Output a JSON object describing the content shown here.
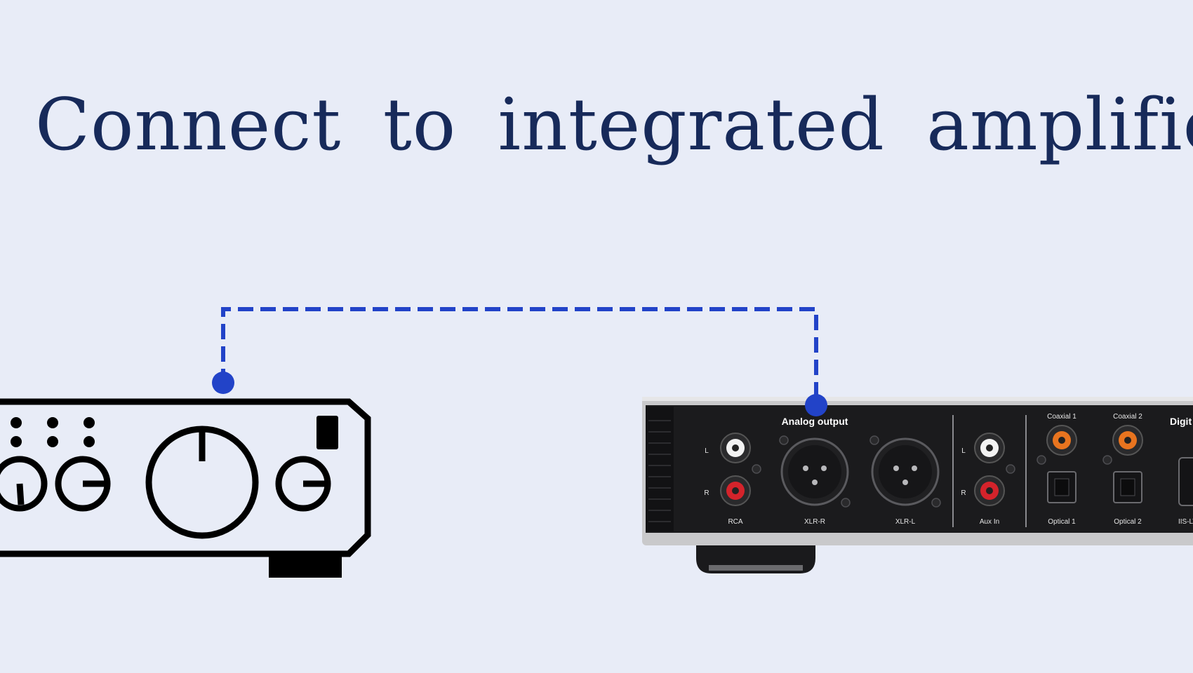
{
  "title": "Connect to integrated amplifiers",
  "colors": {
    "background": "#e8ecf7",
    "title": "#172a5a",
    "connector": "#2243c8",
    "device_panel": "#1b1b1d",
    "device_casing": "#c9c9cb"
  },
  "icons": {
    "amplifier": "integrated-amplifier-outline-icon"
  },
  "rear_panel": {
    "sections": {
      "analog_output": "Analog output",
      "digital": "Digit"
    },
    "channels": {
      "left": "L",
      "right": "R"
    },
    "ports": {
      "rca": "RCA",
      "xlr_r": "XLR-R",
      "xlr_l": "XLR-L",
      "aux_in": "Aux In",
      "coaxial_1": "Coaxial 1",
      "coaxial_2": "Coaxial 2",
      "optical_1": "Optical 1",
      "optical_2": "Optical 2",
      "iis": "IIS-LV"
    }
  }
}
